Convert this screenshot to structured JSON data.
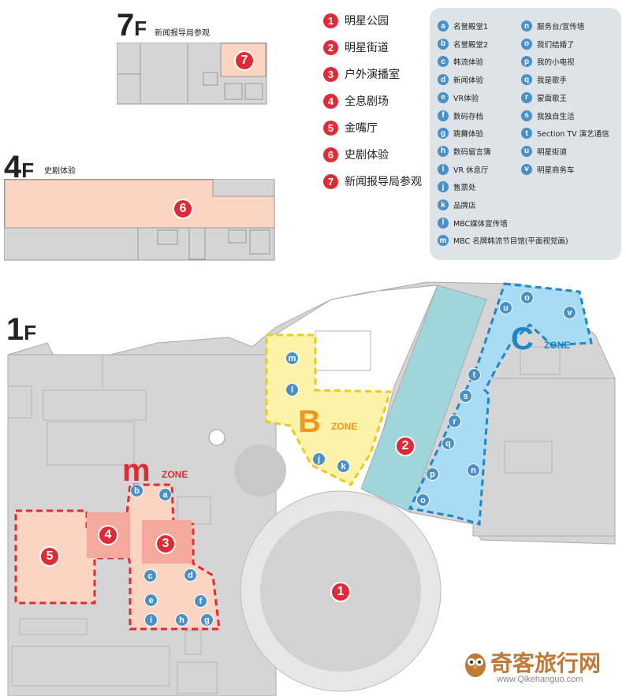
{
  "floors": {
    "f7": {
      "number": "7",
      "suffix": "F",
      "caption": "新闻报导局参观",
      "marker": "7"
    },
    "f4": {
      "number": "4",
      "suffix": "F",
      "caption": "史剧体验",
      "marker": "6"
    },
    "f1": {
      "number": "1",
      "suffix": "F"
    }
  },
  "main_legend": [
    {
      "num": "1",
      "label": "明星公园"
    },
    {
      "num": "2",
      "label": "明星街道"
    },
    {
      "num": "3",
      "label": "户外演播室"
    },
    {
      "num": "4",
      "label": "全息剧场"
    },
    {
      "num": "5",
      "label": "金嘴厅"
    },
    {
      "num": "6",
      "label": "史剧体验"
    },
    {
      "num": "7",
      "label": "新闻报导局参观"
    }
  ],
  "sub_legend_left": [
    {
      "key": "a",
      "label": "名誉殿堂1"
    },
    {
      "key": "b",
      "label": "名誉殿堂2"
    },
    {
      "key": "c",
      "label": "韩流体验"
    },
    {
      "key": "d",
      "label": "新闻体验"
    },
    {
      "key": "e",
      "label": "VR体验"
    },
    {
      "key": "f",
      "label": "数码存档"
    },
    {
      "key": "g",
      "label": "跳舞体验"
    },
    {
      "key": "h",
      "label": "数码留言簿"
    },
    {
      "key": "i",
      "label": "VR 休息厅"
    },
    {
      "key": "j",
      "label": "售票处"
    },
    {
      "key": "k",
      "label": "品牌店"
    },
    {
      "key": "l",
      "label": "MBC媒体宣传墙"
    },
    {
      "key": "m",
      "label": "MBC 名牌韩流节目馆(平面视觉画)"
    }
  ],
  "sub_legend_right": [
    {
      "key": "n",
      "label": "服务台/宣传墙"
    },
    {
      "key": "o",
      "label": "我们结婚了"
    },
    {
      "key": "p",
      "label": "我的小电视"
    },
    {
      "key": "q",
      "label": "我是歌手"
    },
    {
      "key": "r",
      "label": "蒙面歌王"
    },
    {
      "key": "s",
      "label": "我独自生活"
    },
    {
      "key": "t",
      "label": "Section TV 演艺通信"
    },
    {
      "key": "u",
      "label": "明星街道"
    },
    {
      "key": "v",
      "label": "明星商务车"
    }
  ],
  "zones": {
    "m": {
      "letter": "m",
      "label": "ZONE",
      "color": "#e02b36"
    },
    "b": {
      "letter": "B",
      "label": "ZONE",
      "color": "#f0961e"
    },
    "c": {
      "letter": "C",
      "label": "ZONE",
      "color": "#1f86c8"
    }
  },
  "map_markers": {
    "red": [
      "1",
      "2",
      "3",
      "4",
      "5"
    ],
    "blue": [
      "a",
      "b",
      "c",
      "d",
      "e",
      "f",
      "g",
      "h",
      "i",
      "j",
      "k",
      "l",
      "m",
      "n",
      "o",
      "p",
      "q",
      "r",
      "s",
      "t",
      "u",
      "v"
    ]
  },
  "watermark": {
    "name": "奇客旅行网",
    "url": "www.Qikehanguo.com"
  },
  "colors": {
    "red": "#e02b36",
    "blue_marker": "#4a90c8",
    "panel_bg": "#dde3e6",
    "salmon": "#fbd4c2",
    "b_zone_fill": "#fdf3a8",
    "c_zone_fill": "#a8dcf5",
    "street_fill": "#9fd6dc",
    "floor_gray": "#d5d5d5"
  }
}
